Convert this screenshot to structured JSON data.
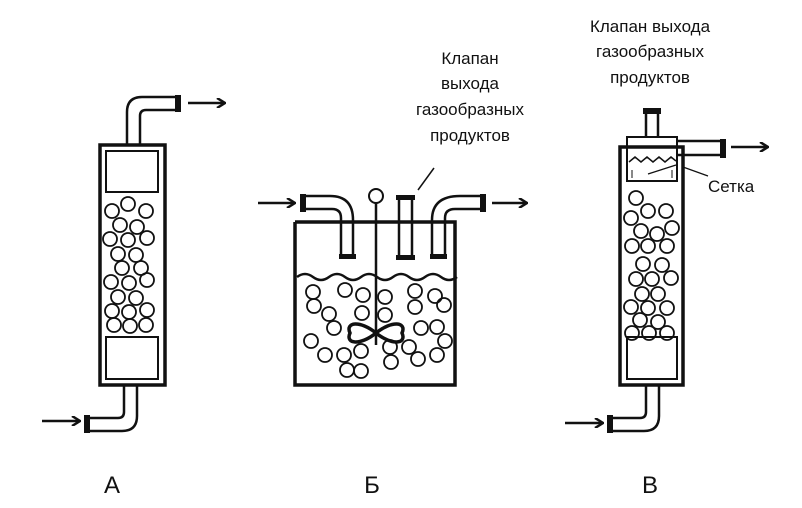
{
  "labels": {
    "a": "А",
    "b": "Б",
    "c": "В"
  },
  "valve_label_b": [
    "Клапан",
    "выхода",
    "газообразных",
    "продуктов"
  ],
  "valve_label_c": [
    "Клапан выхода",
    "газообразных",
    "продуктов"
  ],
  "mesh_label": "Сетка",
  "colors": {
    "line": "#111111",
    "background": "#ffffff"
  }
}
